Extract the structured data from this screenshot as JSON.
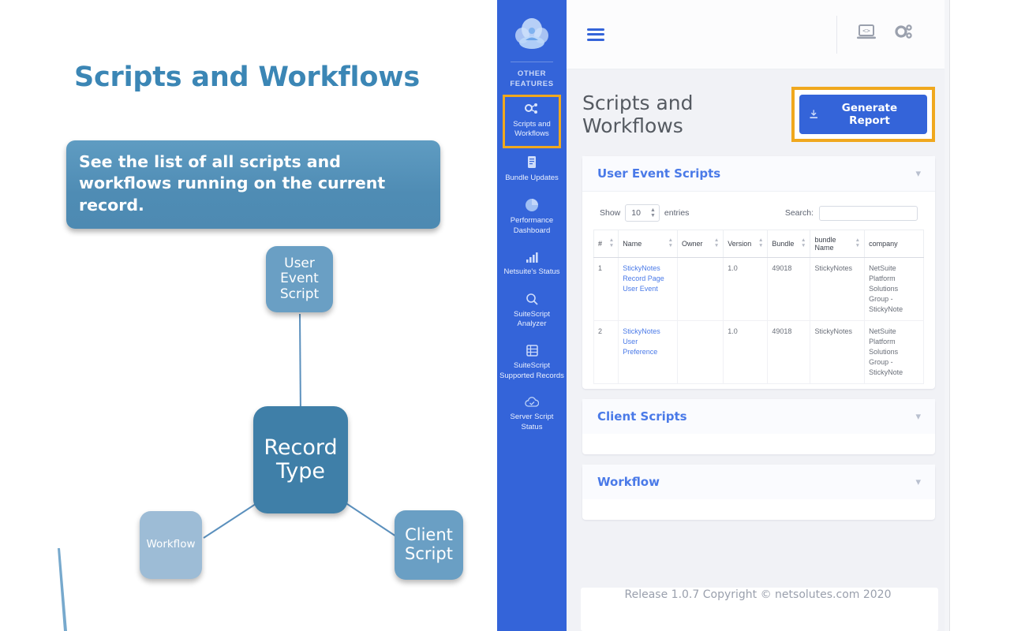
{
  "slide": {
    "title": "Scripts and Workflows",
    "callout": "See the list of all scripts and workflows running on the current record.",
    "diagram": {
      "center": "Record Type",
      "top": "User Event Script",
      "left": "Workflow",
      "right": "Client Script"
    },
    "colors": {
      "title": "#3b86b5",
      "callout_bg": "#4f8cb4",
      "node_center": "#3f7fa8",
      "node_mid": "#6a9fc4",
      "node_light": "#9dbcd6"
    }
  },
  "app": {
    "sidebar": {
      "logo_icon": "cloud-logo-icon",
      "heading": "OTHER FEATURES",
      "items": [
        {
          "label": "Scripts and Workflows",
          "icon": "nodes-gear-icon",
          "active": true
        },
        {
          "label": "Bundle Updates",
          "icon": "document-icon",
          "active": false
        },
        {
          "label": "Performance Dashboard",
          "icon": "pie-chart-icon",
          "active": false
        },
        {
          "label": "Netsuite's Status",
          "icon": "bar-chart-icon",
          "active": false
        },
        {
          "label": "SuiteScript Analyzer",
          "icon": "magnifier-icon",
          "active": false
        },
        {
          "label": "SuiteScript Supported Records",
          "icon": "list-grid-icon",
          "active": false
        },
        {
          "label": "Server Script Status",
          "icon": "cloud-check-icon",
          "active": false
        }
      ],
      "bg_color": "#3464d9",
      "active_outline_color": "#f0a81e"
    },
    "topbar": {
      "menu_icon": "hamburger-icon",
      "icons": [
        {
          "name": "laptop-code-icon"
        },
        {
          "name": "gears-icon"
        }
      ]
    },
    "page_title": "Scripts and Workflows",
    "generate_report": {
      "label": "Generate Report",
      "icon": "download-icon",
      "bg_color": "#3464d9",
      "highlight_color": "#f0a81e"
    },
    "panels": [
      {
        "title": "User Event Scripts",
        "collapsed": false,
        "chevron": "chevron-down-icon"
      },
      {
        "title": "Client Scripts",
        "collapsed": true,
        "chevron": "chevron-down-icon"
      },
      {
        "title": "Workflow",
        "collapsed": true,
        "chevron": "chevron-down-icon"
      }
    ],
    "datatable": {
      "show_label": "Show",
      "entries_label": "entries",
      "page_size": "10",
      "search_label": "Search:",
      "search_value": "",
      "search_placeholder": "",
      "columns": [
        "#",
        "Name",
        "Owner",
        "Version",
        "Bundle",
        "bundle Name",
        "company"
      ],
      "rows": [
        {
          "num": "1",
          "name": "StickyNotes Record Page User Event",
          "owner": "",
          "version": "1.0",
          "bundle": "49018",
          "bundle_name": "StickyNotes",
          "company": "NetSuite Platform Solutions Group - StickyNote"
        },
        {
          "num": "2",
          "name": "StickyNotes User Preference",
          "owner": "",
          "version": "1.0",
          "bundle": "49018",
          "bundle_name": "StickyNotes",
          "company": "NetSuite Platform Solutions Group - StickyNote"
        }
      ]
    },
    "footer": "Release 1.0.7 Copyright © netsolutes.com 2020"
  }
}
